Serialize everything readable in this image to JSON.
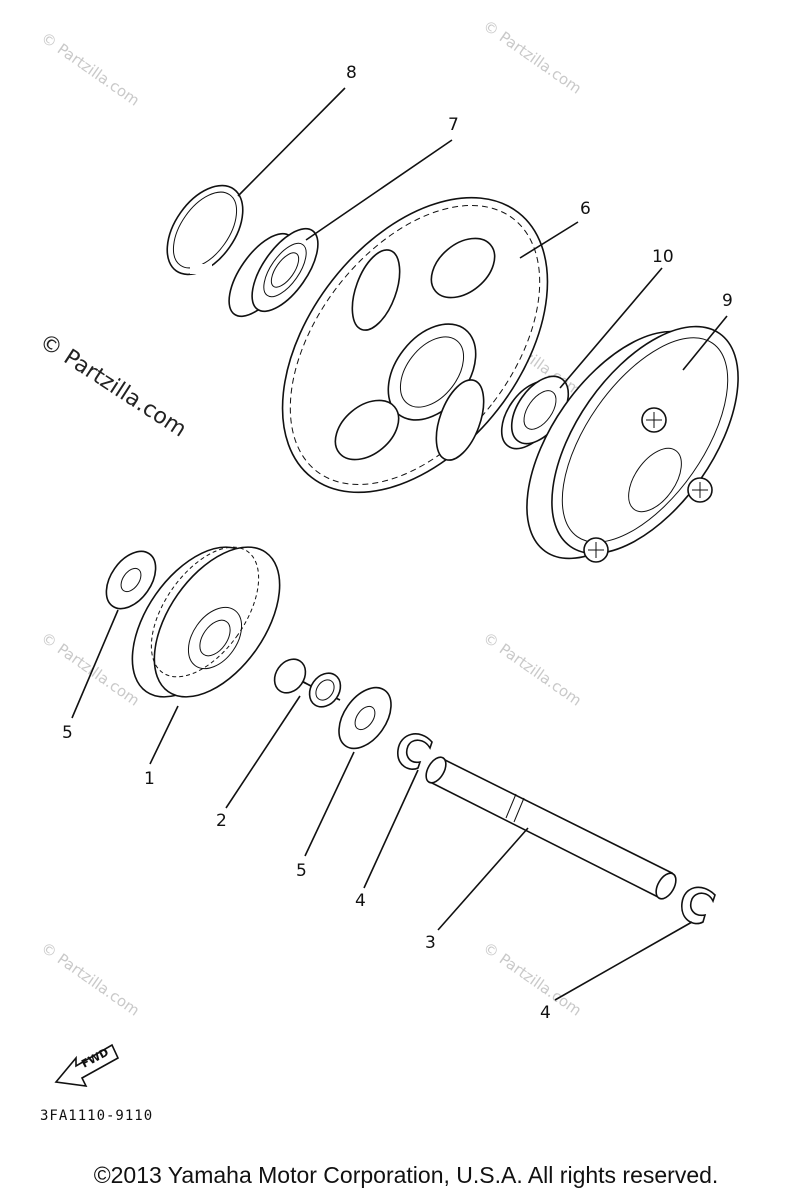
{
  "watermarks": {
    "small": "© Partzilla.com",
    "prominent": "© Partzilla.com"
  },
  "callouts": {
    "c8": "8",
    "c7": "7",
    "c6": "6",
    "c10": "10",
    "c9": "9",
    "c5a": "5",
    "c1": "1",
    "c2": "2",
    "c5b": "5",
    "c4a": "4",
    "c3": "3",
    "c4b": "4"
  },
  "fwd_label": "FWD",
  "diagram_code": "3FA1110-9110",
  "copyright": "©2013 Yamaha Motor Corporation, U.S.A. All rights reserved."
}
